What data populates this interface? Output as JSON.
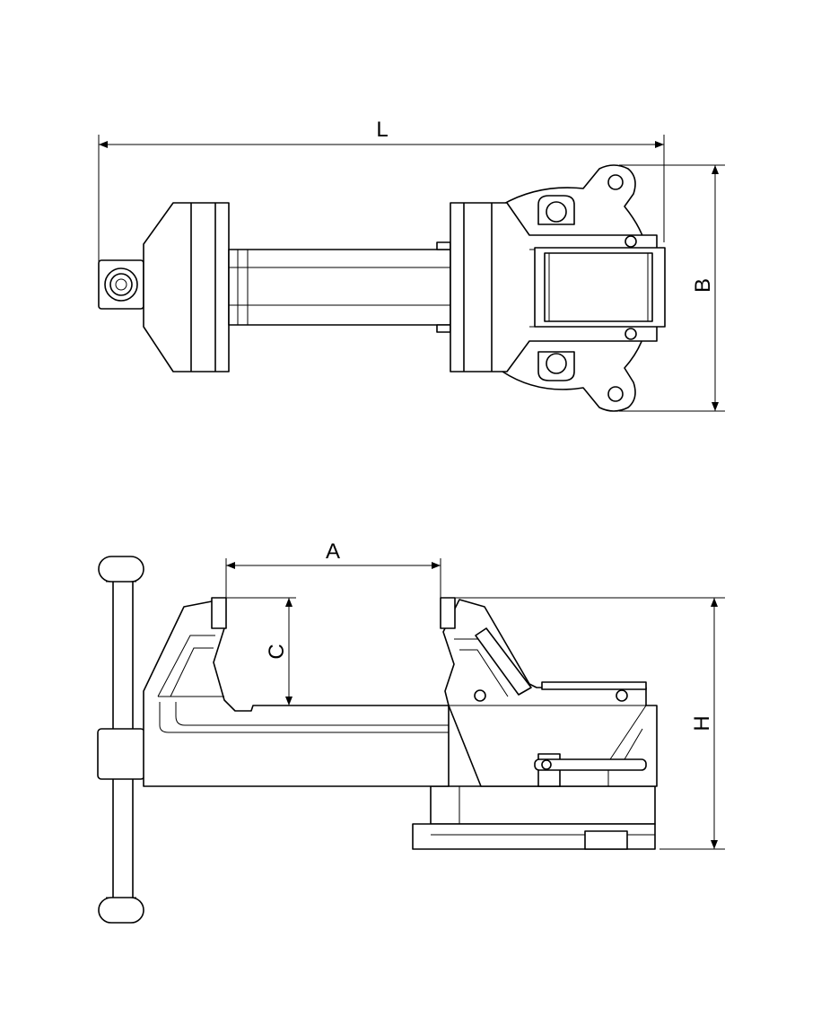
{
  "dimensions": {
    "length_label": "L",
    "width_label": "B",
    "jaw_opening_label": "A",
    "throat_depth_label": "C",
    "height_label": "H"
  }
}
